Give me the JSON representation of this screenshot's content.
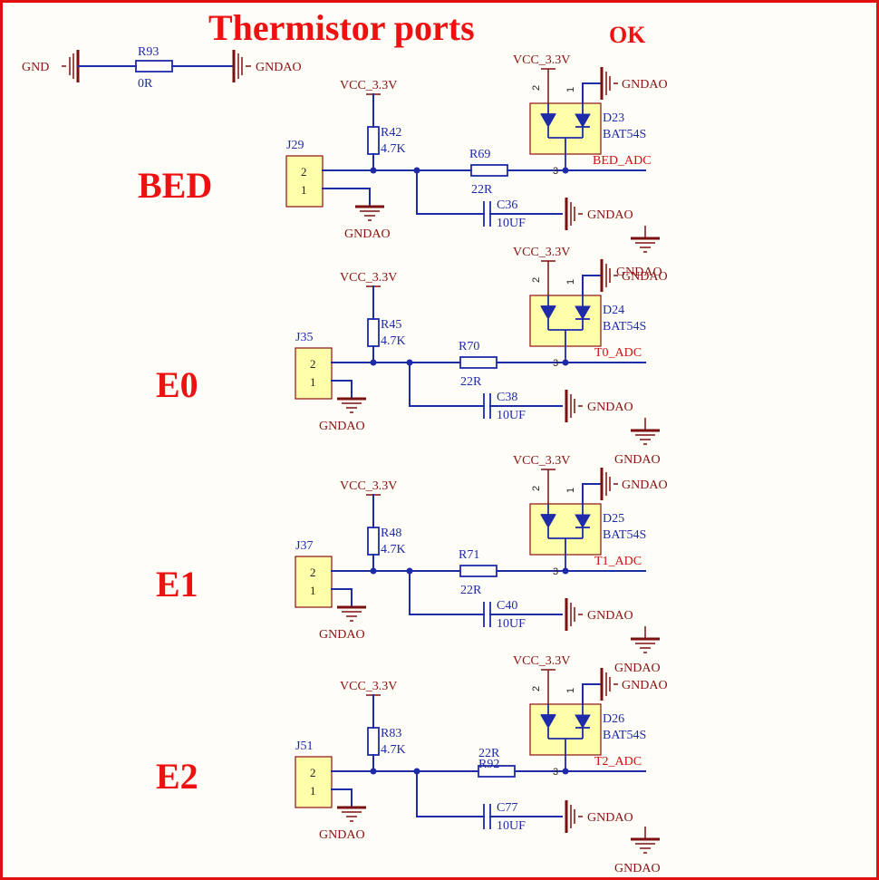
{
  "title": "Thermistor ports",
  "status": "OK",
  "top_bridge": {
    "left_net": "GND",
    "right_net": "GNDAO",
    "resistor_ref": "R93",
    "resistor_value": "0R"
  },
  "channels": [
    {
      "label": "BED",
      "connector": "J29",
      "pin2": "2",
      "pin1": "1",
      "pullup_net": "VCC_3.3V",
      "pullup_ref": "R42",
      "pullup_value": "4.7K",
      "series_ref": "R69",
      "series_value": "22R",
      "cap_ref": "C36",
      "cap_value": "10UF",
      "cap_gnd": "GNDAO",
      "conn_gnd": "GNDAO",
      "diode_ref": "D23",
      "diode_part": "BAT54S",
      "diode_vcc": "VCC_3.3V",
      "diode_gnd": "GNDAO",
      "diode_gnd_extra": "",
      "diode_pin2": "2",
      "diode_pin1": "1",
      "diode_pin3": "3",
      "adc_net": "BED_ADC",
      "bottom_gnd": ""
    },
    {
      "label": "E0",
      "connector": "J35",
      "pin2": "2",
      "pin1": "1",
      "pullup_net": "VCC_3.3V",
      "pullup_ref": "R45",
      "pullup_value": "4.7K",
      "series_ref": "R70",
      "series_value": "22R",
      "cap_ref": "C38",
      "cap_value": "10UF",
      "cap_gnd": "GNDAO",
      "conn_gnd": "GNDAO",
      "diode_ref": "D24",
      "diode_part": "BAT54S",
      "diode_vcc": "VCC_3.3V",
      "diode_gnd": "GNDAO",
      "diode_gnd_extra": "GNDAO",
      "diode_pin2": "2",
      "diode_pin1": "1",
      "diode_pin3": "3",
      "adc_net": "T0_ADC",
      "bottom_gnd": "GNDAO"
    },
    {
      "label": "E1",
      "connector": "J37",
      "pin2": "2",
      "pin1": "1",
      "pullup_net": "VCC_3.3V",
      "pullup_ref": "R48",
      "pullup_value": "4.7K",
      "series_ref": "R71",
      "series_value": "22R",
      "cap_ref": "C40",
      "cap_value": "10UF",
      "cap_gnd": "GNDAO",
      "conn_gnd": "GNDAO",
      "diode_ref": "D25",
      "diode_part": "BAT54S",
      "diode_vcc": "VCC_3.3V",
      "diode_gnd": "GNDAO",
      "diode_gnd_extra": "",
      "diode_pin2": "2",
      "diode_pin1": "1",
      "diode_pin3": "3",
      "adc_net": "T1_ADC",
      "bottom_gnd": "GNDAO"
    },
    {
      "label": "E2",
      "connector": "J51",
      "pin2": "2",
      "pin1": "1",
      "pullup_net": "VCC_3.3V",
      "pullup_ref": "R83",
      "pullup_value": "4.7K",
      "series_ref": "R92",
      "series_value": "22R",
      "cap_ref": "C77",
      "cap_value": "10UF",
      "cap_gnd": "GNDAO",
      "conn_gnd": "GNDAO",
      "diode_ref": "D26",
      "diode_part": "BAT54S",
      "diode_vcc": "VCC_3.3V",
      "diode_gnd": "GNDAO",
      "diode_gnd_extra": "",
      "diode_pin2": "2",
      "diode_pin1": "1",
      "diode_pin3": "3",
      "adc_net": "T2_ADC",
      "bottom_gnd": "GNDAO"
    }
  ]
}
